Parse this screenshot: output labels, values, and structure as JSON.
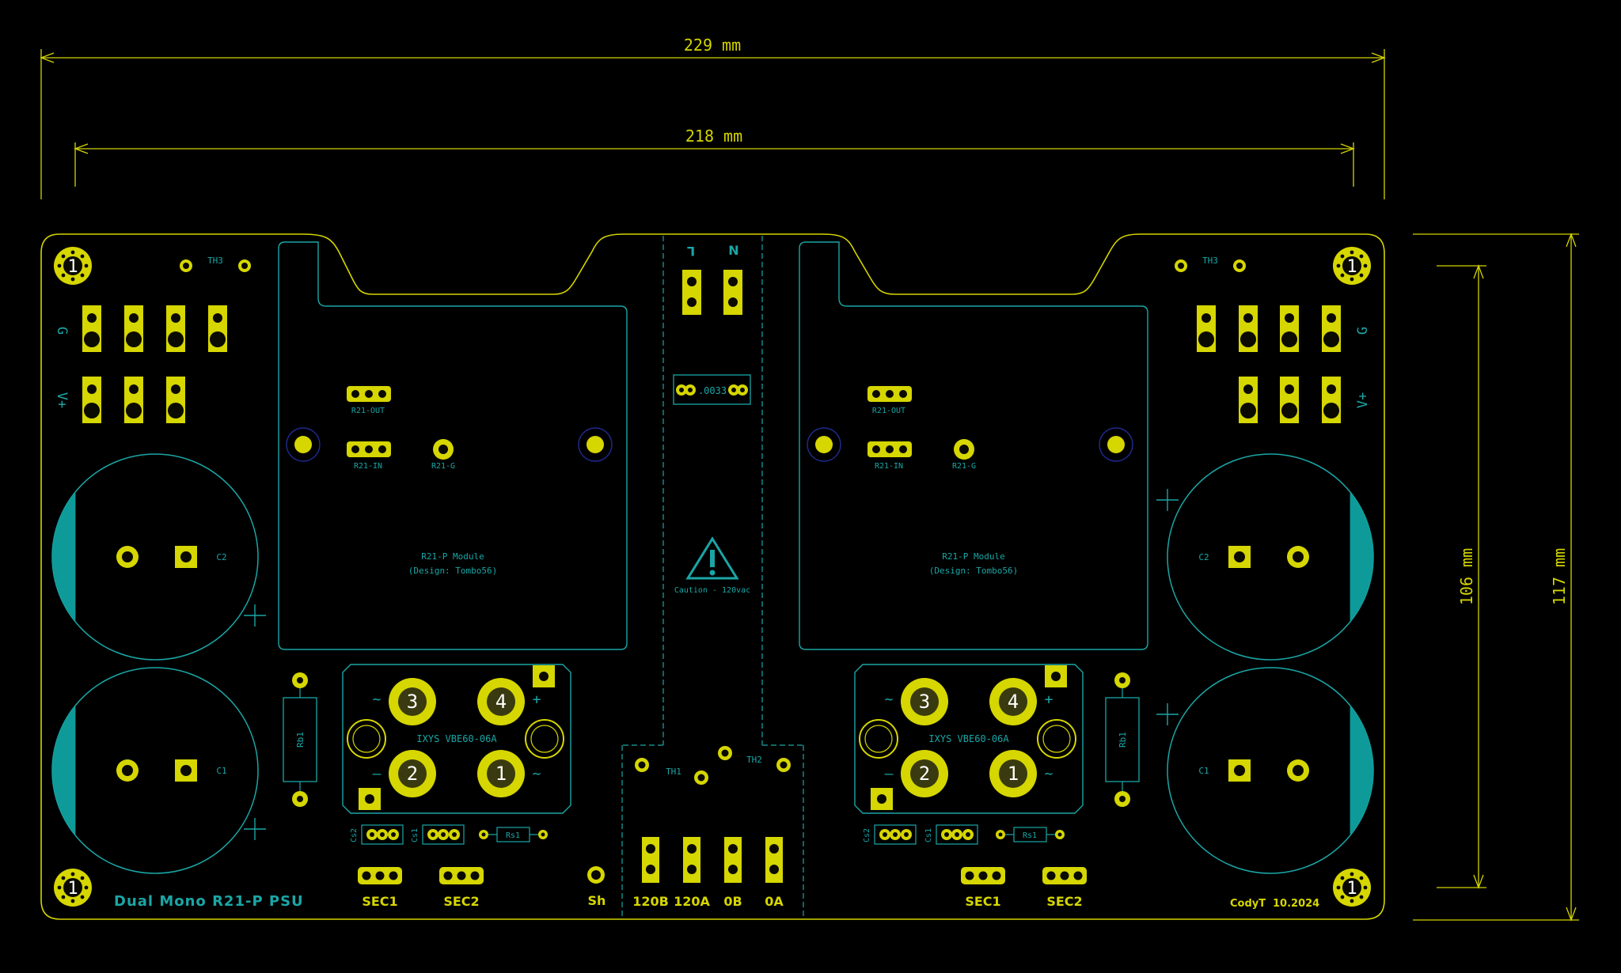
{
  "colors": {
    "background": "#000000",
    "edge": "#d4d400",
    "pad": "#d6d600",
    "pad_hole": "#0a0a00",
    "silk": "#1aa6a6",
    "silk_dark": "#0f9a9a",
    "via_ring": "#1e2a8a"
  },
  "dimensions": {
    "width_outer": "229 mm",
    "width_inner": "218 mm",
    "height_inner": "106 mm",
    "height_outer": "117 mm"
  },
  "board": {
    "title": "Dual Mono R21-P PSU",
    "author": "CodyT",
    "date": "10.2024",
    "caution": "Caution - 120vac",
    "mount_hole": "1"
  },
  "channels": [
    {
      "th3": "TH3",
      "g_label": "G",
      "vplus_label": "V+",
      "r21_out": "R21-OUT",
      "r21_in": "R21-IN",
      "r21_g": "R21-G",
      "module_name": "R21-P Module",
      "module_design": "(Design: Tombo56)",
      "cap_top": "C2",
      "cap_bottom": "C1",
      "bridge_name": "IXYS VBE60-06A",
      "bridge_pins": [
        "3",
        "4",
        "2",
        "1"
      ],
      "bridge_symbols": [
        "~",
        "+",
        "–",
        "~"
      ],
      "rb": "Rb1",
      "cs2": "Cs2",
      "cs1": "Cs1",
      "rs1": "Rs1",
      "sec1": "SEC1",
      "sec2": "SEC2"
    },
    {
      "th3": "TH3",
      "g_label": "G",
      "vplus_label": "V+",
      "r21_out": "R21-OUT",
      "r21_in": "R21-IN",
      "r21_g": "R21-G",
      "module_name": "R21-P Module",
      "module_design": "(Design: Tombo56)",
      "cap_top": "C2",
      "cap_bottom": "C1",
      "bridge_name": "IXYS VBE60-06A",
      "bridge_pins": [
        "3",
        "4",
        "2",
        "1"
      ],
      "bridge_symbols": [
        "~",
        "+",
        "–",
        "~"
      ],
      "rb": "Rb1",
      "cs2": "Cs2",
      "cs1": "Cs1",
      "rs1": "Rs1",
      "sec1": "SEC1",
      "sec2": "SEC2"
    }
  ],
  "center": {
    "l_label": "L",
    "n_label": "N",
    "cap_value": ".0033",
    "th1": "TH1",
    "th2": "TH2",
    "sh": "Sh",
    "inputs": [
      "120B",
      "120A",
      "0B",
      "0A"
    ]
  }
}
